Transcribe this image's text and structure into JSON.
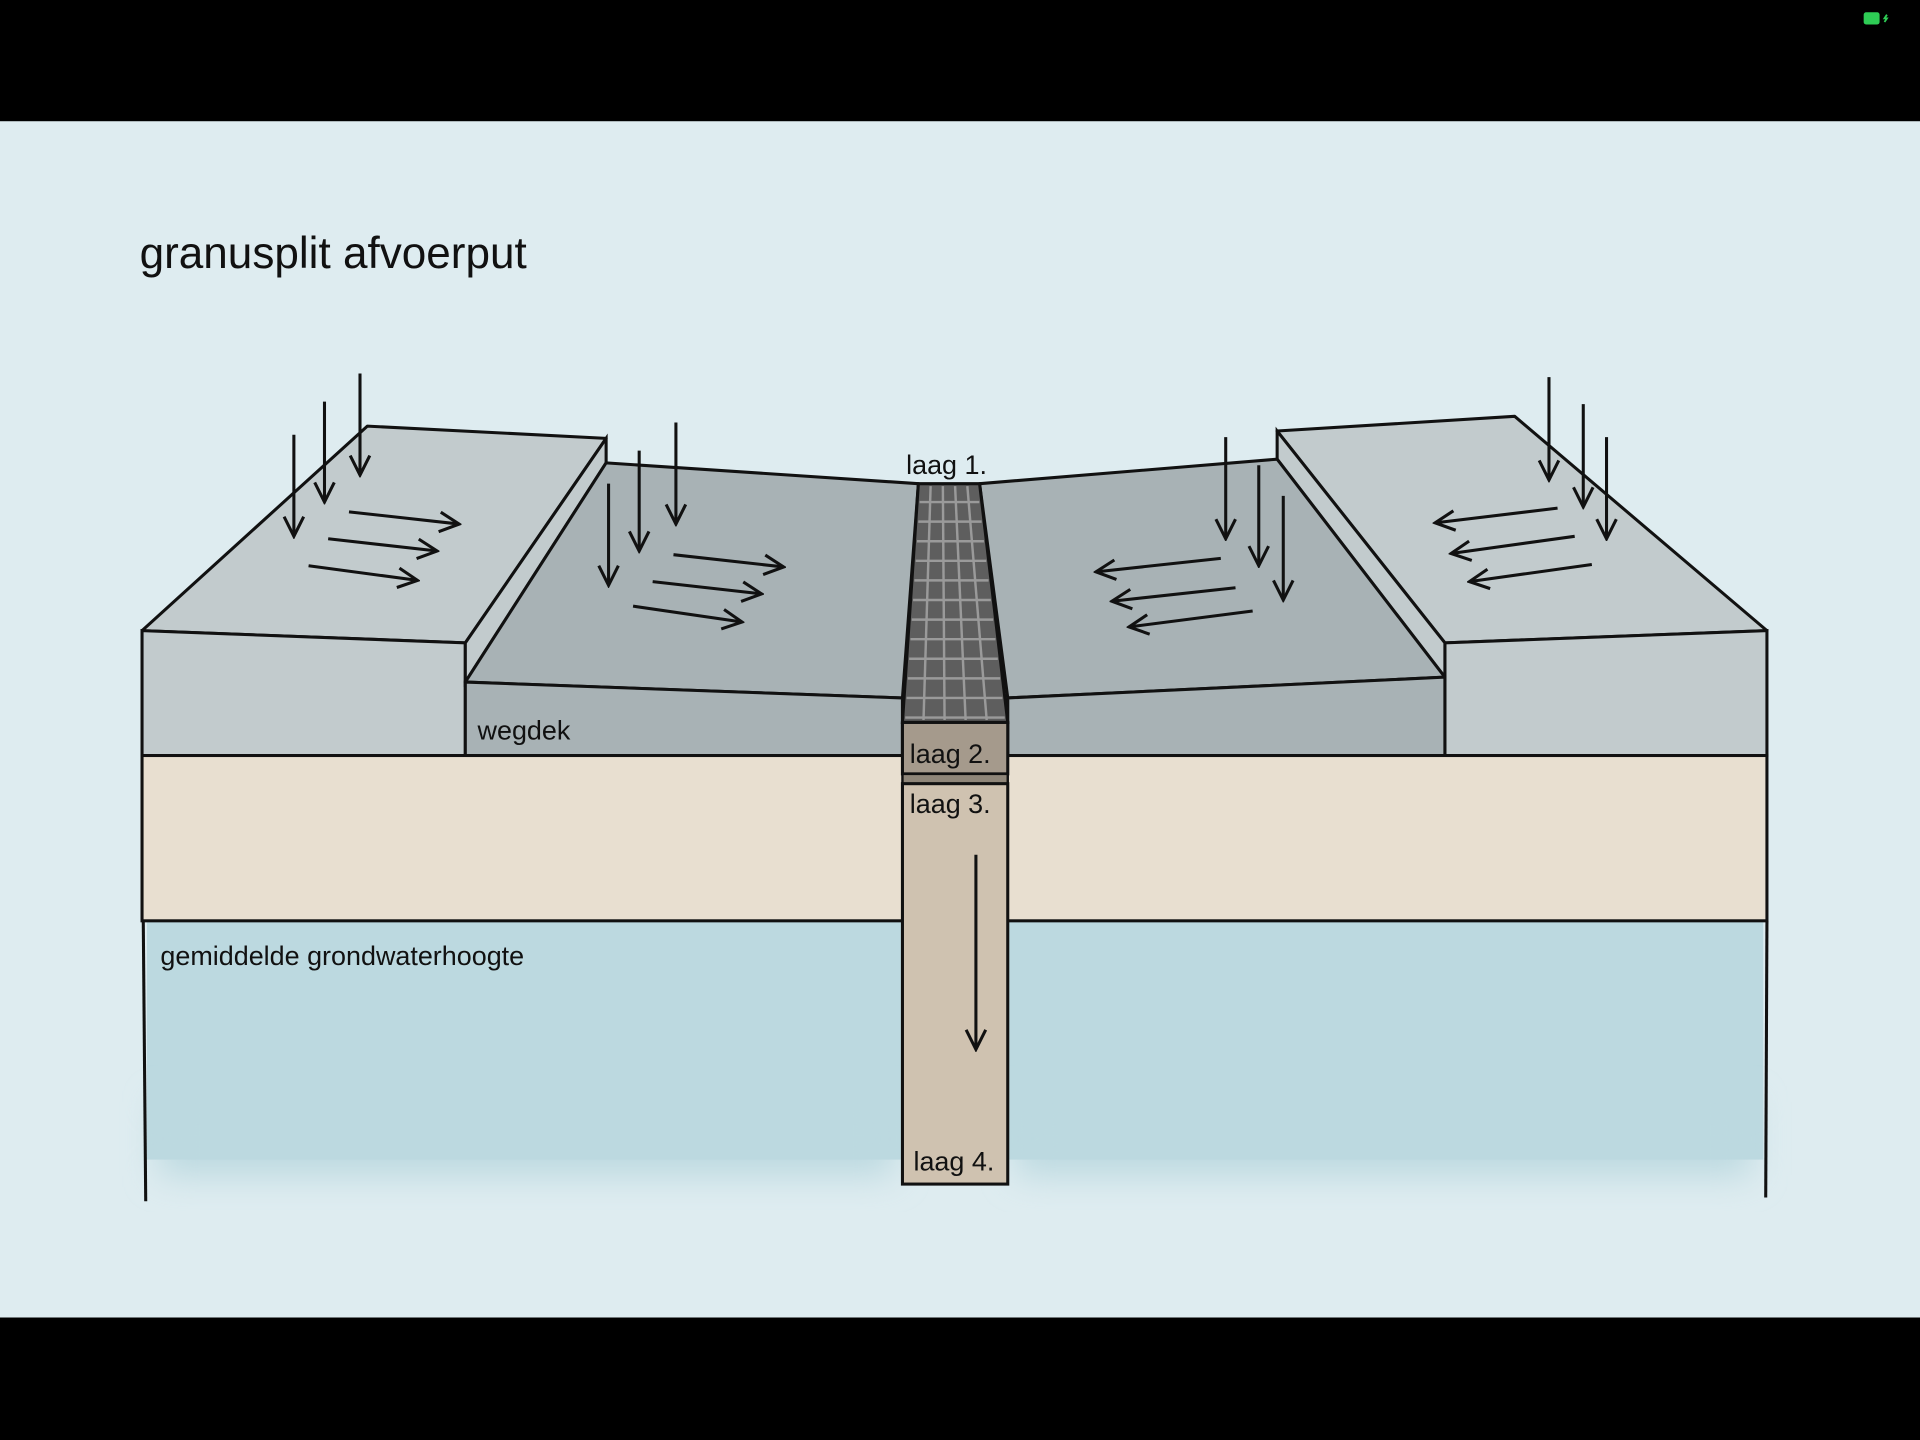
{
  "title": "granusplit afvoerput",
  "labels": {
    "layer1": "laag 1.",
    "road": "wegdek",
    "layer2": "laag 2.",
    "layer3": "laag 3.",
    "groundwater": "gemiddelde grondwaterhoogte",
    "layer4": "laag 4."
  },
  "status": {
    "battery_icon": "battery-charging-icon",
    "battery_color": "#2ecc55"
  },
  "colors": {
    "background": "#deecf0",
    "curb_top": "#c2cbcd",
    "road": "#a8b2b5",
    "sand": "#e8dfd0",
    "groundwater": "#bcd9e0",
    "grate": "#5e5e5e",
    "layer2": "#a59a8c",
    "layer34": "#cfc2b0"
  }
}
